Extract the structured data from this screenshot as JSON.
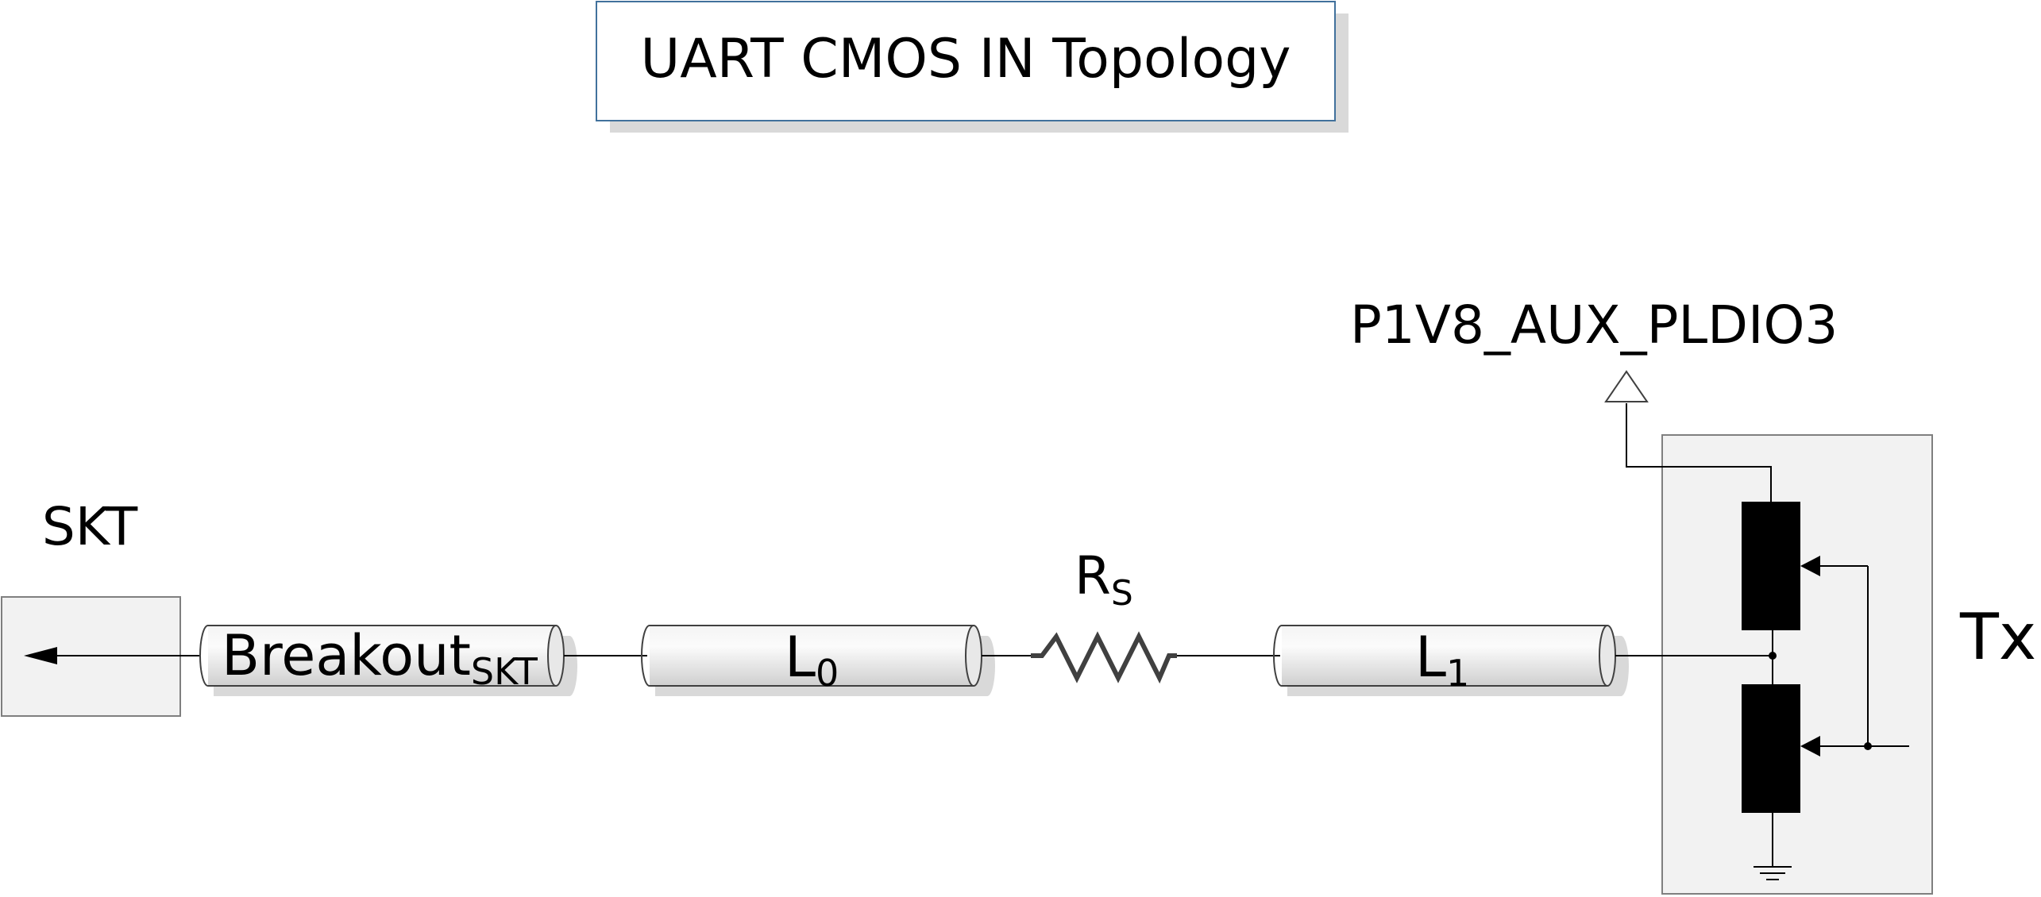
{
  "title": "UART CMOS IN Topology",
  "skt": {
    "label": "SKT"
  },
  "breakout": {
    "label": "Breakout",
    "subscript": "SKT"
  },
  "l0": {
    "label": "L",
    "subscript": "0"
  },
  "resistor": {
    "label": "R",
    "subscript": "S"
  },
  "l1": {
    "label": "L",
    "subscript": "1"
  },
  "power": {
    "label": "P1V8_AUX_PLDIO3"
  },
  "tx": {
    "label": "Tx"
  },
  "colors": {
    "line": "#000000",
    "box_fill": "#f2f2f2",
    "box_stroke": "#5a5a5a",
    "shadow": "#d9d9d9",
    "title_border": "#41719c",
    "transistor_fill": "#000000"
  }
}
